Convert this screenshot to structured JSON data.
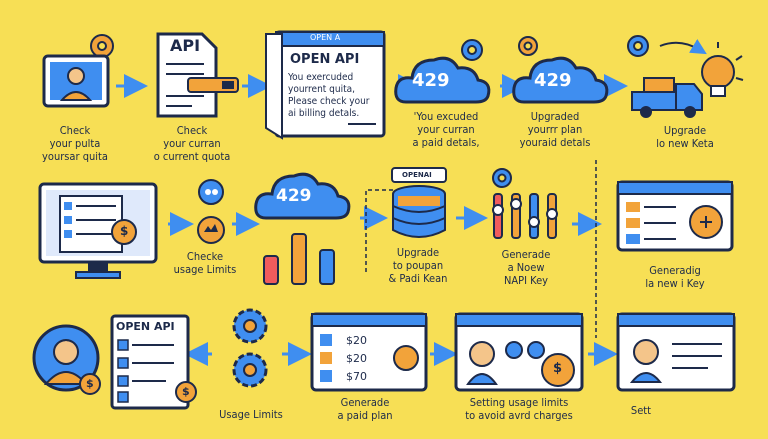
{
  "colors": {
    "background": "#f7df55",
    "blue": "#3f8ef0",
    "navy": "#1d2a4a",
    "orange": "#f2a33a",
    "red": "#f05c5c",
    "paper": "#ffffff"
  },
  "row1": {
    "step1": {
      "line1": "Check",
      "line2": "your pulta",
      "line3": "yoursar quita"
    },
    "step2": {
      "api_label": "API",
      "line1": "Check",
      "line2": "your curran",
      "line3": "o current quota"
    },
    "step3": {
      "title": "OPEN API",
      "tab": "OPEN A",
      "line1": "You exercuded",
      "line2": "yourrent quita,",
      "line3": "Please check your",
      "line4": "ai billing detals."
    },
    "step4": {
      "code": "429",
      "line1": "'You excuded",
      "line2": "your curran",
      "line3": "a paid detals,"
    },
    "step5": {
      "code": "429",
      "line1": "Upgraded",
      "line2": "yourrr plan",
      "line3": "youraid detals"
    },
    "step6": {
      "line1": "Upgrade",
      "line2": "lo new Keta"
    }
  },
  "row2": {
    "step1": {
      "coin": "$"
    },
    "step2": {
      "line1": "Checke",
      "line2": "usage Limits"
    },
    "step3": {
      "code": "429"
    },
    "step4": {
      "badge": "OPENAI",
      "line1": "Upgrade",
      "line2": "to poupan",
      "line3": "& Padi Kean"
    },
    "step5": {
      "line1": "Generade",
      "line2": "a Noew",
      "line3": "NAPI Key"
    },
    "step6": {
      "line1": "Generadig",
      "line2": "la new i Key"
    }
  },
  "row3": {
    "step1": {
      "coin": "$"
    },
    "step2": {
      "title": "OPEN API",
      "coin": "$"
    },
    "step3": {
      "line1": "Usage Limits"
    },
    "step4": {
      "prices": [
        "$20",
        "$20",
        "$70"
      ],
      "line1": "Generade",
      "line2": "a paid plan"
    },
    "step5": {
      "coin": "$",
      "line1": "Setting usage limits",
      "line2": "to avoid avrd charges"
    },
    "step6": {
      "line1": "Sett"
    }
  }
}
